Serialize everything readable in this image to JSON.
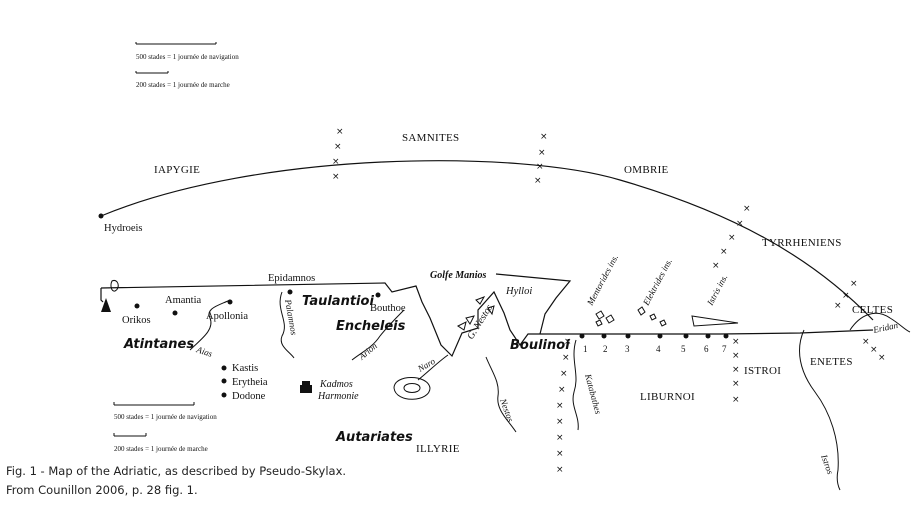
{
  "scale_top": {
    "navigation": "500 stades = 1 journée de navigation",
    "march": "200 stades = 1 journée de marche"
  },
  "scale_bottom": {
    "navigation": "500 stades = 1 journée de navigation",
    "march": "200 stades = 1 journée de marche"
  },
  "regions": {
    "samnites": "SAMNITES",
    "iapygie": "IAPYGIE",
    "ombrie": "OMBRIE",
    "tyrrheniens": "TYRRHENIENS",
    "celtes": "CELTES",
    "enetes": "ENETES",
    "istroi": "ISTROI",
    "liburnoi": "LIBURNOI",
    "illyrie": "ILLYRIE"
  },
  "peoples": {
    "taulantioi": "Taulantioi",
    "encheleis": "Encheleis",
    "atintanes": "Atintanes",
    "boulinoi": "Boulinoi",
    "autariates": "Autariates"
  },
  "places": {
    "hydroeis": "Hydroeis",
    "epidamnos": "Epidamnos",
    "amantia": "Amantia",
    "orikos": "Orikos",
    "apollonia": "Apollonia",
    "bouthoe": "Bouthoe",
    "kastis": "Kastis",
    "erytheia": "Erytheia",
    "dodone": "Dodone",
    "kadmos": "Kadmos",
    "harmonie": "Harmonie",
    "golfe_manios": "Golfe Manios",
    "hylloi": "Hylloi",
    "g_nestos": "G. Nestos"
  },
  "rivers": {
    "aias": "Aias",
    "palamnos": "Palamnos",
    "arion": "Arion",
    "naro": "Naro",
    "nestos": "Nestos",
    "katabathes": "Katabathes",
    "istros": "Istros",
    "eridan": "Eridan"
  },
  "islands": {
    "mentorides": "Mentorides ins.",
    "elektrides": "Elektrides ins.",
    "istris": "Istris ins."
  },
  "numbers": [
    "1",
    "2",
    "3",
    "4",
    "5",
    "6",
    "7"
  ],
  "caption": {
    "line1": "Fig. 1 - Map of the Adriatic, as described by Pseudo-Skylax.",
    "line2": "From Counillon 2006, p. 28 fig. 1."
  }
}
